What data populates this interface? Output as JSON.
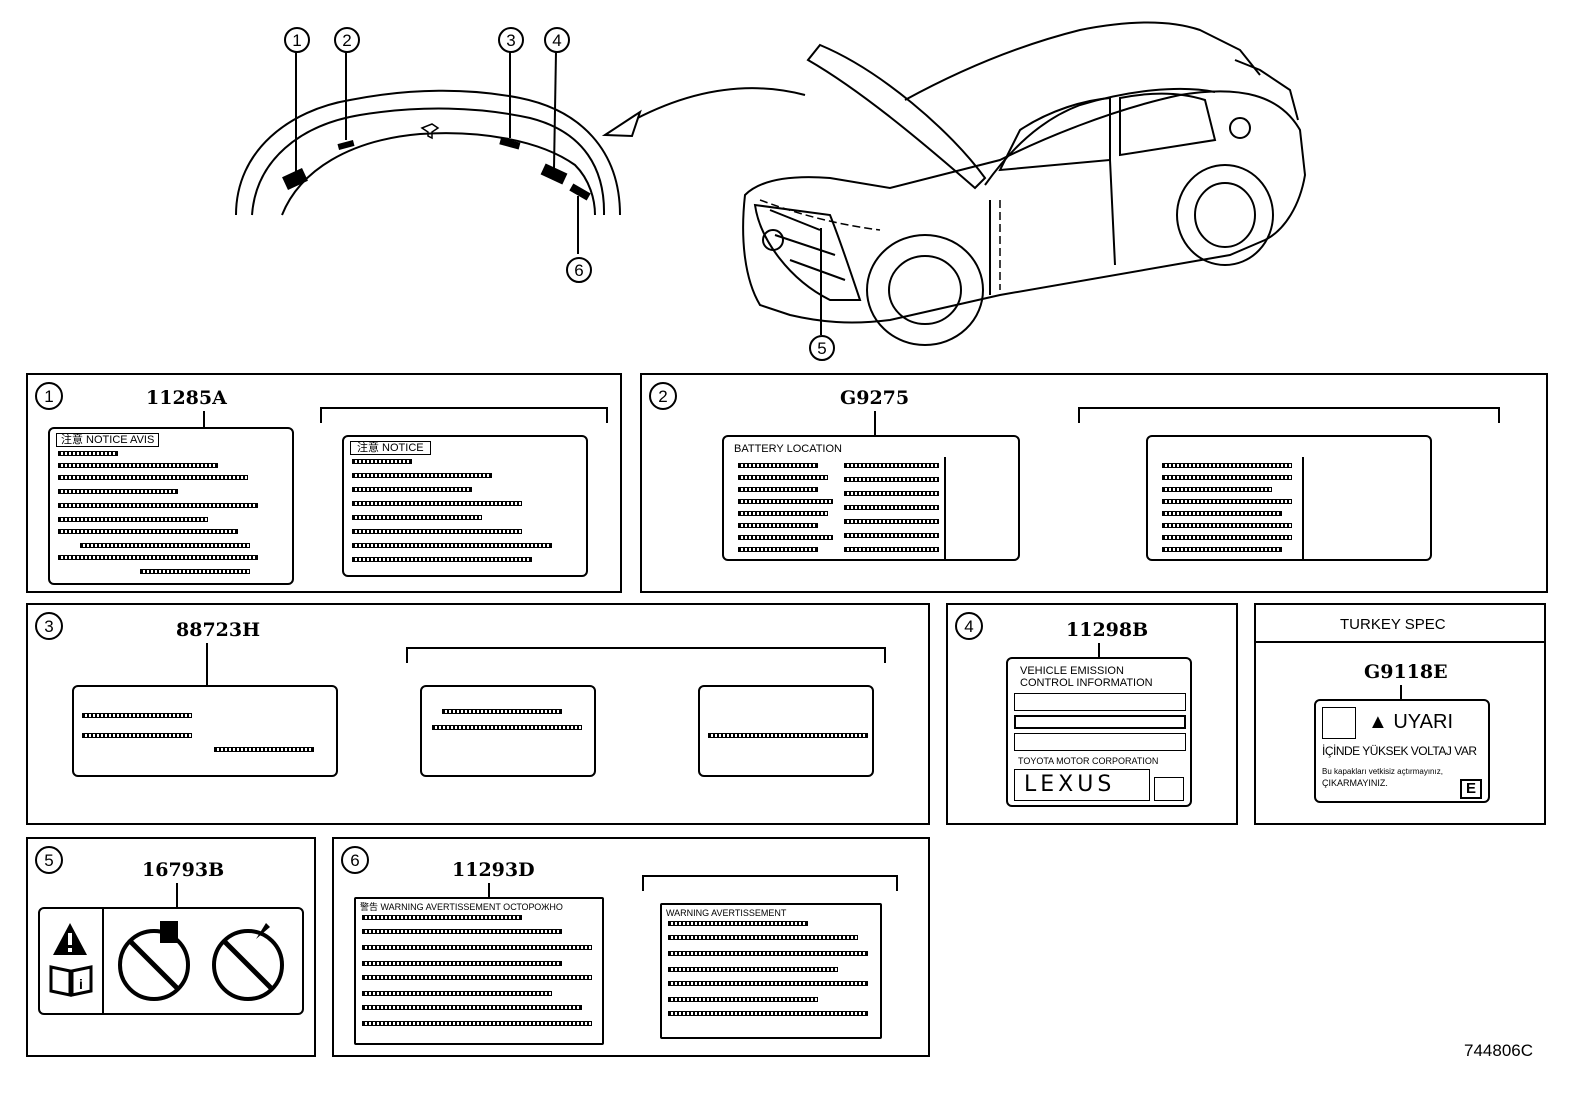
{
  "diagram_id": "744806C",
  "callouts": [
    "1",
    "2",
    "3",
    "4",
    "5",
    "6"
  ],
  "panels": [
    {
      "num": "1",
      "code": "11285A",
      "label_a_header": "注意  NOTICE    AVIS",
      "label_b_header": "注意  NOTICE"
    },
    {
      "num": "2",
      "code": "G9275",
      "label_a_header": "BATTERY LOCATION"
    },
    {
      "num": "3",
      "code": "88723H"
    },
    {
      "num": "4",
      "code": "11298B",
      "line1": "VEHICLE  EMISSION",
      "line2": "CONTROL  INFORMATION",
      "maker": "TOYOTA  MOTOR  CORPORATION",
      "brand": "LEXUS"
    },
    {
      "num": "",
      "code": "G9118E",
      "spec": "TURKEY SPEC",
      "warn": "UYARI",
      "line1": "İÇİNDE YÜKSEK VOLTAJ VAR",
      "line2": "Bu kapakları vetkisiz açtırmayınız,",
      "line3": "ÇIKARMAYINIZ.",
      "corner": "E"
    },
    {
      "num": "5",
      "code": "16793B"
    },
    {
      "num": "6",
      "code": "11293D",
      "label_a_header": "警告  WARNING  AVERTISSEMENT   ОСТОРОЖНО",
      "label_b_header": "WARNING  AVERTISSEMENT"
    }
  ],
  "colors": {
    "ink": "#000000",
    "paper": "#ffffff"
  }
}
